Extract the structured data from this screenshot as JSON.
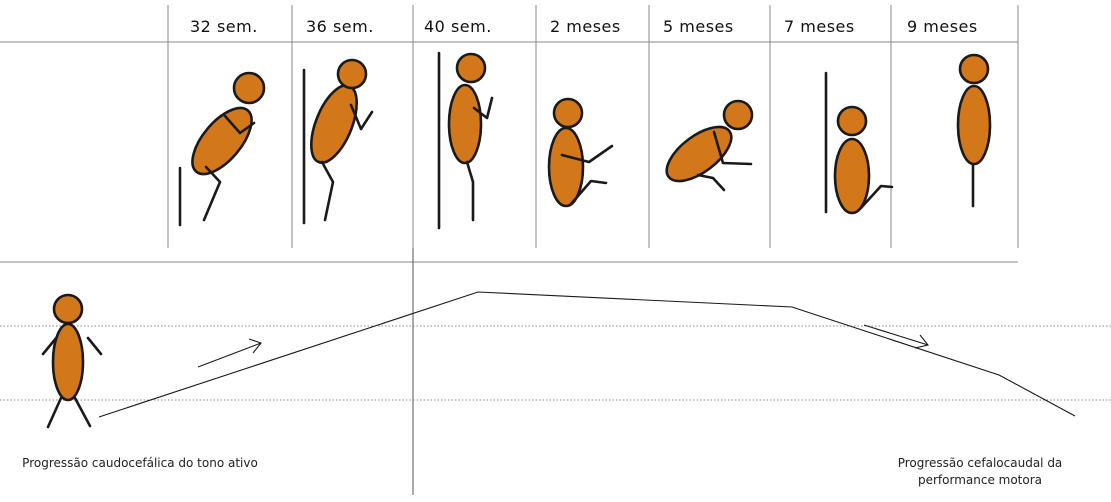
{
  "stages": [
    {
      "label": "32 sem."
    },
    {
      "label": "36 sem."
    },
    {
      "label": "40 sem."
    },
    {
      "label": "2 meses"
    },
    {
      "label": "5 meses"
    },
    {
      "label": "7 meses"
    },
    {
      "label": "9 meses"
    }
  ],
  "captions": {
    "left": "Progressão caudocefálica do tono ativo",
    "right": "Progressão cefalocaudal da performance motora"
  },
  "colors": {
    "figure_fill": "#d2781a",
    "stroke": "#1a1a1a",
    "grid": "#888888"
  }
}
